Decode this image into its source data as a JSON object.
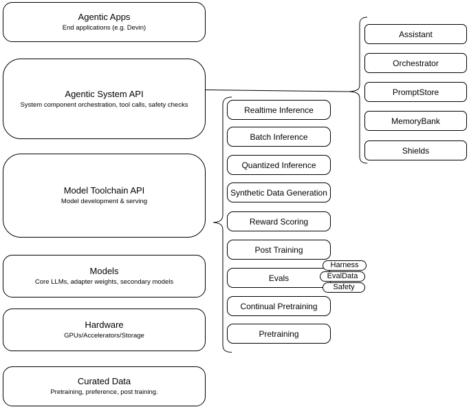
{
  "left_stack": [
    {
      "title": "Agentic Apps",
      "subtitle": "End applications (e.g. Devin)"
    },
    {
      "title": "Agentic System API",
      "subtitle": "System component orchestration, tool calls, safety checks"
    },
    {
      "title": "Model Toolchain API",
      "subtitle": "Model development & serving"
    },
    {
      "title": "Models",
      "subtitle": "Core LLMs, adapter weights, secondary models"
    },
    {
      "title": "Hardware",
      "subtitle": "GPUs/Accelerators/Storage"
    },
    {
      "title": "Curated Data",
      "subtitle": "Pretraining, preference, post training."
    }
  ],
  "toolchain_items": [
    "Realtime Inference",
    "Batch Inference",
    "Quantized Inference",
    "Synthetic Data Generation",
    "Reward Scoring",
    "Post Training",
    "Evals",
    "Continual Pretraining",
    "Pretraining"
  ],
  "system_items": [
    "Assistant",
    "Orchestrator",
    "PromptStore",
    "MemoryBank",
    "Shields"
  ],
  "eval_pills": [
    "Harness",
    "EvalData",
    "Safety"
  ],
  "colors": {
    "stroke": "#000000",
    "fill": "#ffffff",
    "background": "#ffffff"
  }
}
